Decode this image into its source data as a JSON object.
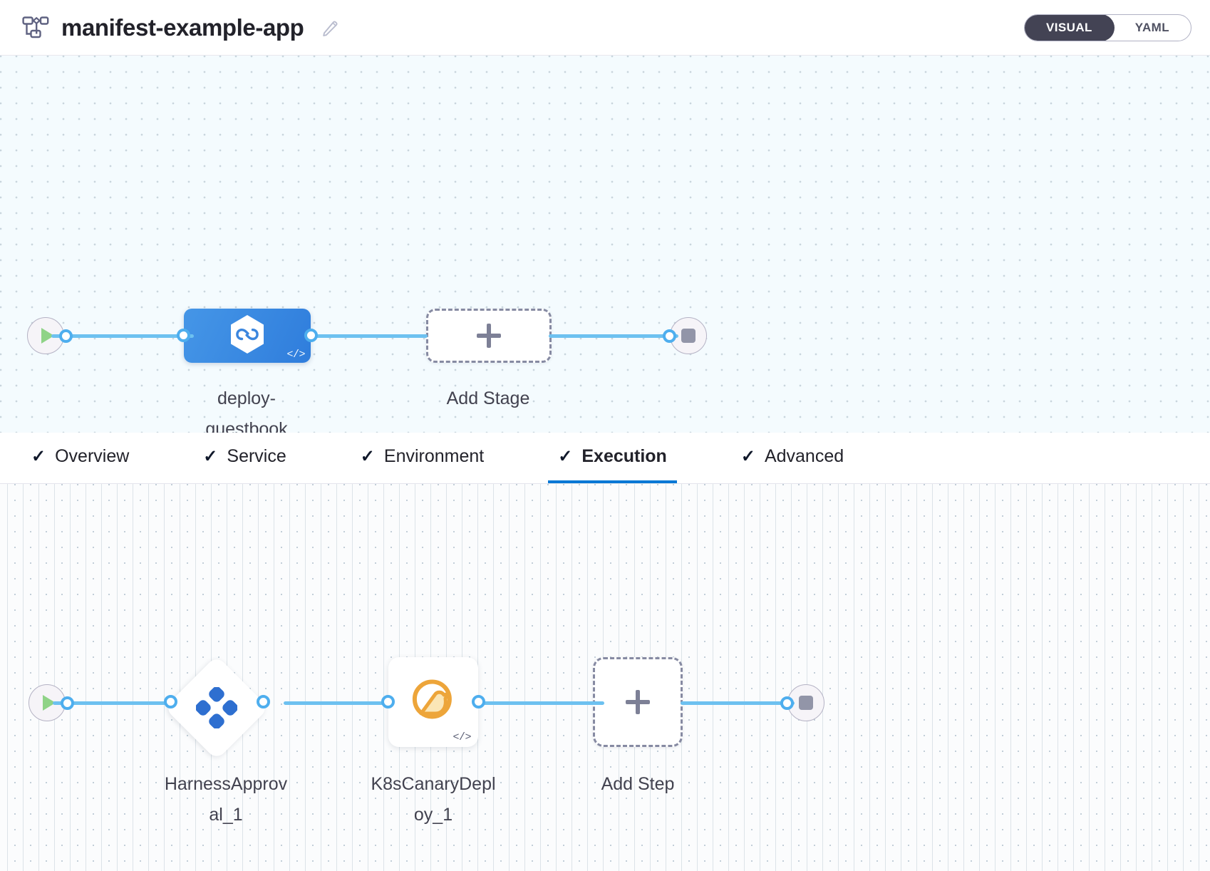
{
  "header": {
    "pipeline_icon": "pipeline-flow-icon",
    "title": "manifest-example-app",
    "edit_icon": "pencil-edit-icon",
    "view_toggle": {
      "options": [
        {
          "label": "VISUAL",
          "active": true
        },
        {
          "label": "YAML",
          "active": false
        }
      ],
      "active_color": "#434354"
    }
  },
  "stage_graph": {
    "start_node": {
      "name": "pipeline-start",
      "icon": "play-icon"
    },
    "stage": {
      "label": "deploy-guestbook",
      "label_line1": "deploy-",
      "label_line2": "guestbook",
      "icon": "harness-cd-hexagon-icon",
      "badge": "</>",
      "color": "#3d8ae2"
    },
    "add_stage": {
      "label": "Add Stage",
      "icon": "plus-icon"
    },
    "end_node": {
      "name": "pipeline-end",
      "icon": "stop-icon"
    }
  },
  "tabs": [
    {
      "label": "Overview",
      "check": "✓",
      "active": false
    },
    {
      "label": "Service",
      "check": "✓",
      "active": false
    },
    {
      "label": "Environment",
      "check": "✓",
      "active": false
    },
    {
      "label": "Execution",
      "check": "✓",
      "active": true
    },
    {
      "label": "Advanced",
      "check": "✓",
      "active": false
    }
  ],
  "execution_graph": {
    "start_node": {
      "name": "execution-start",
      "icon": "play-icon"
    },
    "steps": [
      {
        "label": "HarnessApproval_1",
        "label_line1": "HarnessApprov",
        "label_line2": "al_1",
        "icon": "harness-approval-icon",
        "shape": "diamond",
        "color": "#2e6fd0"
      },
      {
        "label": "K8sCanaryDeploy_1",
        "label_line1": "K8sCanaryDepl",
        "label_line2": "oy_1",
        "icon": "canary-bird-icon",
        "shape": "square",
        "badge": "</>",
        "color": "#eda53a"
      }
    ],
    "add_step": {
      "label": "Add Step",
      "icon": "plus-icon"
    },
    "end_node": {
      "name": "execution-end",
      "icon": "stop-icon"
    }
  },
  "theme": {
    "edge_color": "#6dc1f0",
    "port_color": "#4eaeee",
    "active_tab_color": "#0278d5"
  }
}
